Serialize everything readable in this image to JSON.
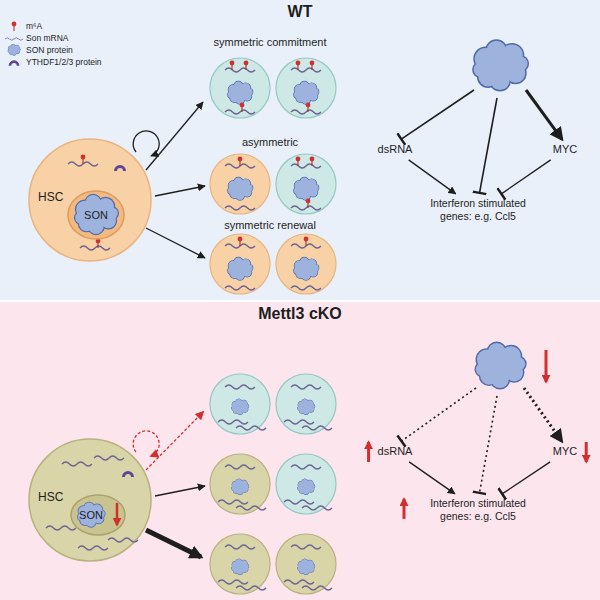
{
  "diagram": {
    "nodes": [
      {
        "text": [
          "WT"
        ]
      },
      {
        "text": [
          "HSC"
        ],
        "in": 0
      },
      {
        "text": [
          "SON"
        ],
        "in": 1
      },
      {
        "text": [
          "dsRNA"
        ],
        "in": 0
      },
      {
        "text": [
          "MYC"
        ],
        "in": 0
      },
      {
        "text": [
          "Interferon stimulated genes: e.g. Ccl5"
        ],
        "in": 0
      },
      {
        "text": [
          "Mettl3 cKO"
        ]
      },
      {
        "text": [
          "HSC"
        ],
        "in": 6
      },
      {
        "text": [
          "SON"
        ],
        "in": 7
      },
      {
        "text": [
          "dsRNA"
        ],
        "in": 6
      },
      {
        "text": [
          "MYC"
        ],
        "in": 6
      },
      {
        "text": [
          "Interferon stimulated genes: e.g. Ccl5"
        ],
        "in": 6
      }
    ],
    "edges": [
      {
        "from": 3,
        "to": 5,
        "arrow": "to"
      },
      {
        "from": 4,
        "to": 5,
        "arrow": "to"
      },
      {
        "from": 9,
        "to": 11,
        "arrow": "to"
      },
      {
        "from": 10,
        "to": 11,
        "arrow": "to"
      }
    ],
    "labels": [
      "symmetric commitment",
      "asymmetric",
      "symmetric renewal"
    ],
    "legend": [
      {
        "text": "m⁶A"
      },
      {
        "text": "Son mRNA"
      },
      {
        "text": "SON protein"
      },
      {
        "text": "YTHDF1/2/3 protein"
      }
    ]
  }
}
